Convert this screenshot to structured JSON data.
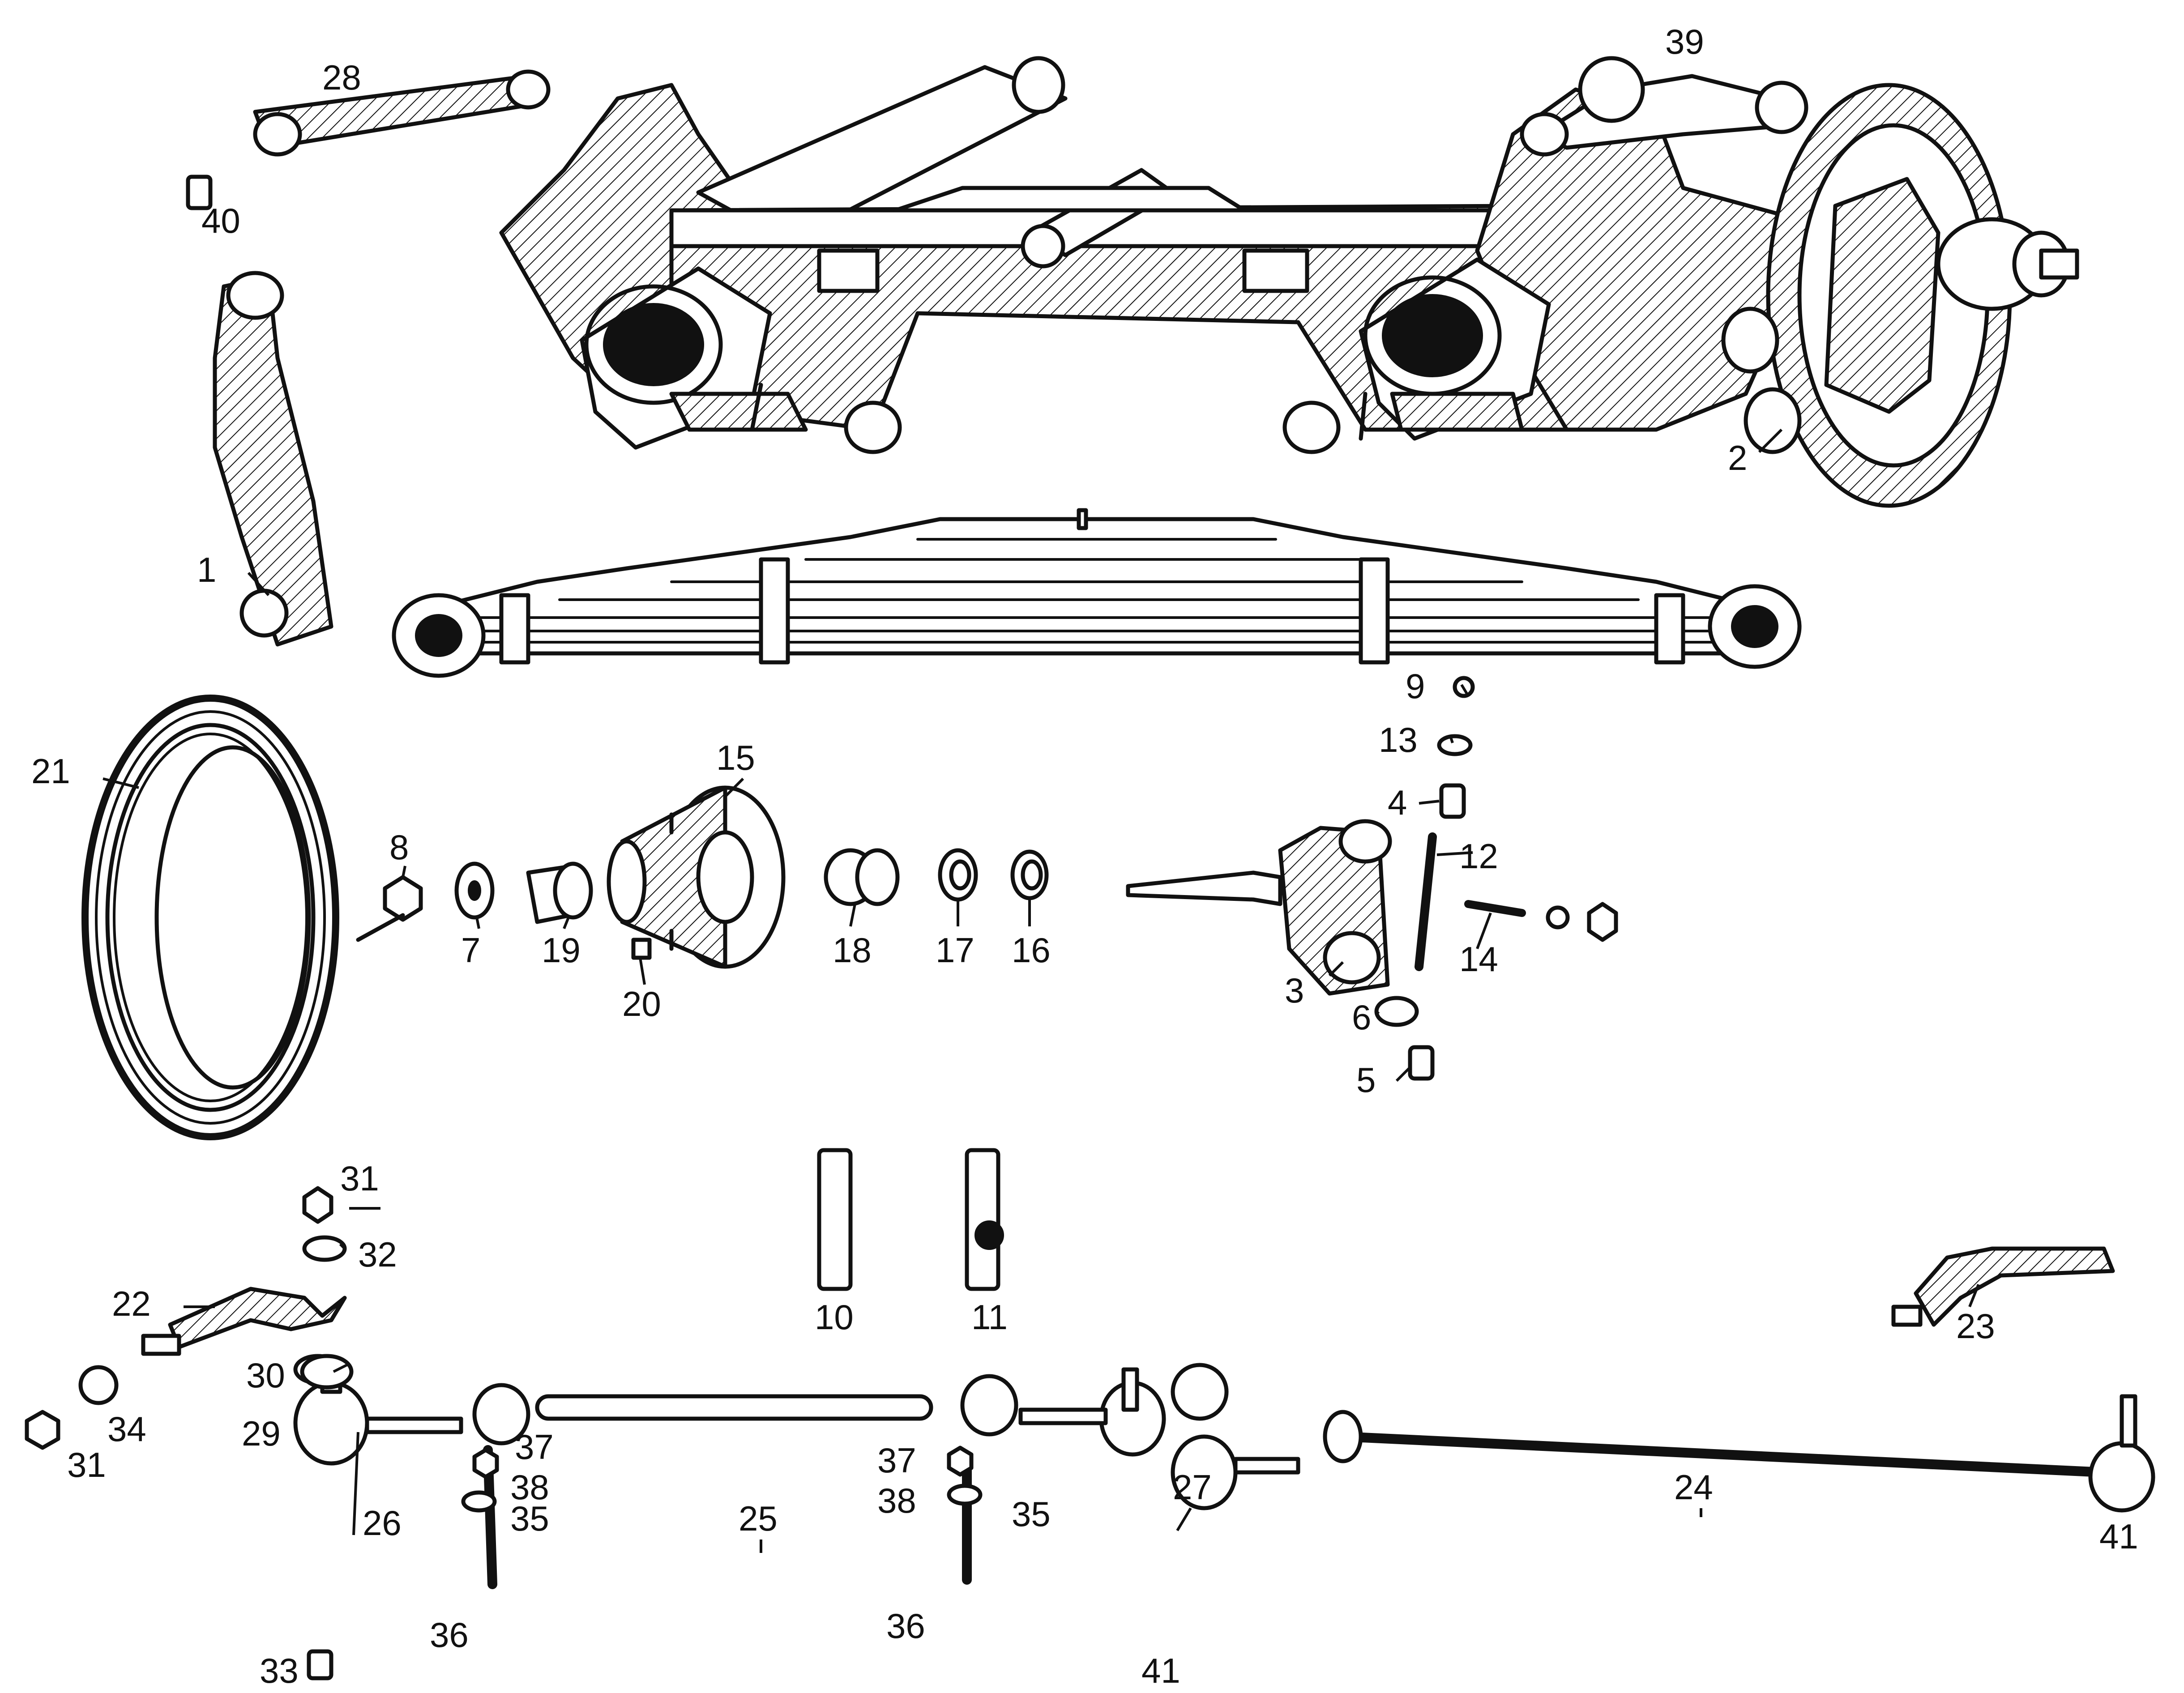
{
  "diagram": {
    "callouts": {
      "p1": "1",
      "p2": "2",
      "p3": "3",
      "p4": "4",
      "p5": "5",
      "p6": "6",
      "p7": "7",
      "p8": "8",
      "p9": "9",
      "p10": "10",
      "p11": "11",
      "p12": "12",
      "p13": "13",
      "p14": "14",
      "p15": "15",
      "p16": "16",
      "p17": "17",
      "p18": "18",
      "p19": "19",
      "p20": "20",
      "p21": "21",
      "p22": "22",
      "p23": "23",
      "p24": "24",
      "p25": "25",
      "p26": "26",
      "p27": "27",
      "p28": "28",
      "p29": "29",
      "p30": "30",
      "p31": "31",
      "p32": "32",
      "p33": "33",
      "p34": "34",
      "p35": "35",
      "p36": "36",
      "p37": "37",
      "p38": "38",
      "p39": "39",
      "p40": "40",
      "p41": "41"
    }
  }
}
